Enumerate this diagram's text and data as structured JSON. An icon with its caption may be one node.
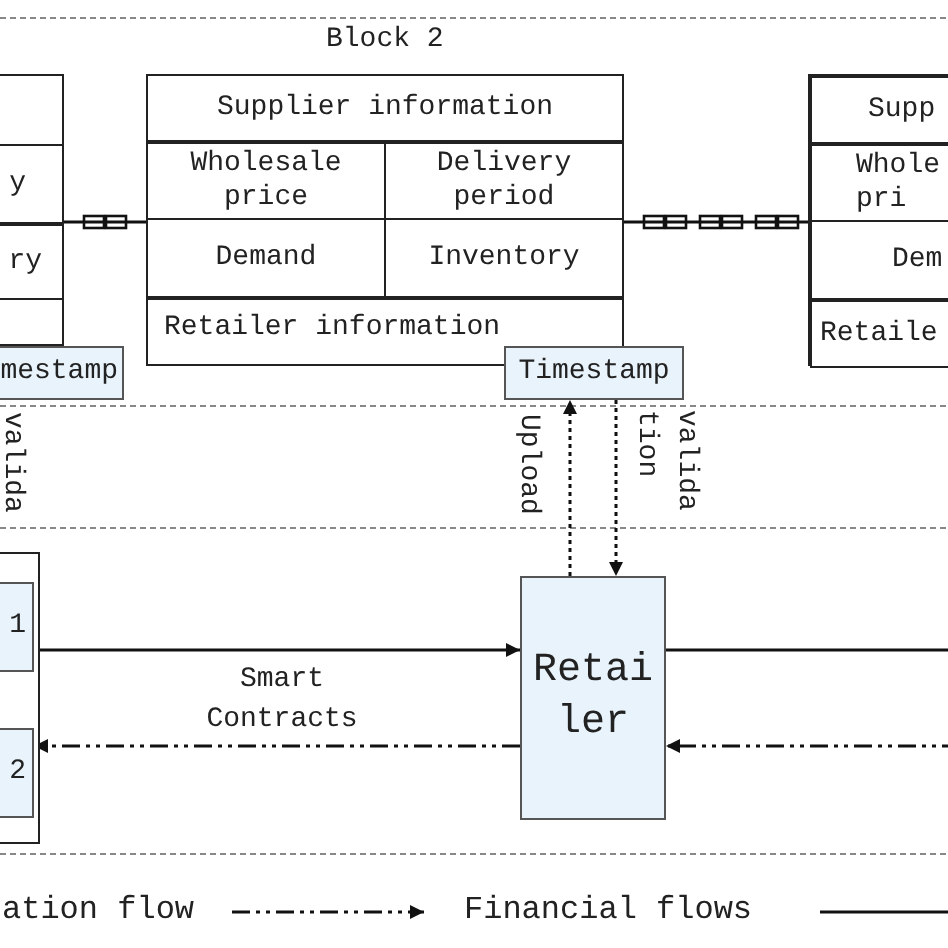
{
  "diagram": {
    "nodes": [
      {
        "text": [],
        "shape": "box"
      },
      {
        "text": [
          "y"
        ],
        "in": 0
      },
      {
        "text": [
          "ry"
        ],
        "in": 0
      },
      {
        "text": [
          "mestamp"
        ]
      },
      {
        "text": [
          "Block 2"
        ]
      },
      {
        "text": [
          "Supplier information"
        ],
        "in": 4
      },
      {
        "text": [
          "Wholesale price"
        ],
        "in": 4
      },
      {
        "text": [
          "Delivery period"
        ],
        "in": 4
      },
      {
        "text": [
          "Demand"
        ],
        "in": 4
      },
      {
        "text": [
          "Inventory"
        ],
        "in": 4
      },
      {
        "text": [
          "Retailer information"
        ],
        "in": 4
      },
      {
        "text": [
          "Timestamp"
        ]
      },
      {
        "text": [],
        "shape": "box"
      },
      {
        "text": [
          "Supp"
        ],
        "in": 12
      },
      {
        "text": [
          "Whole pri"
        ],
        "in": 12
      },
      {
        "text": [
          "Dem"
        ],
        "in": 12
      },
      {
        "text": [
          "Retaile"
        ],
        "in": 12
      },
      {
        "text": [],
        "shape": "box"
      },
      {
        "text": [
          "1"
        ],
        "in": 17
      },
      {
        "text": [
          "2"
        ],
        "in": 17
      },
      {
        "text": [
          "Retai ler"
        ]
      }
    ],
    "edges": [
      {
        "from": 0,
        "to": 4,
        "arrow": "none"
      },
      {
        "from": 4,
        "to": 12,
        "arrow": "none"
      },
      {
        "from": 18,
        "to": 20,
        "arrow": "to",
        "label": "Smart Contracts"
      },
      {
        "from": 20,
        "to": null,
        "arrow": "none"
      },
      {
        "from": null,
        "to": 20,
        "arrow": "to",
        "style": "dashed"
      },
      {
        "from": 20,
        "to": 19,
        "arrow": "to",
        "style": "dashed"
      },
      {
        "from": 20,
        "to": 11,
        "arrow": "to",
        "style": "dashed",
        "label": "Upload"
      },
      {
        "from": 11,
        "to": 20,
        "arrow": "to",
        "style": "dashed",
        "label": "valida tion"
      }
    ],
    "labels": [
      "valida"
    ],
    "legend": [
      {
        "text": "ation flow"
      },
      {
        "text": "Financial flows"
      }
    ]
  }
}
